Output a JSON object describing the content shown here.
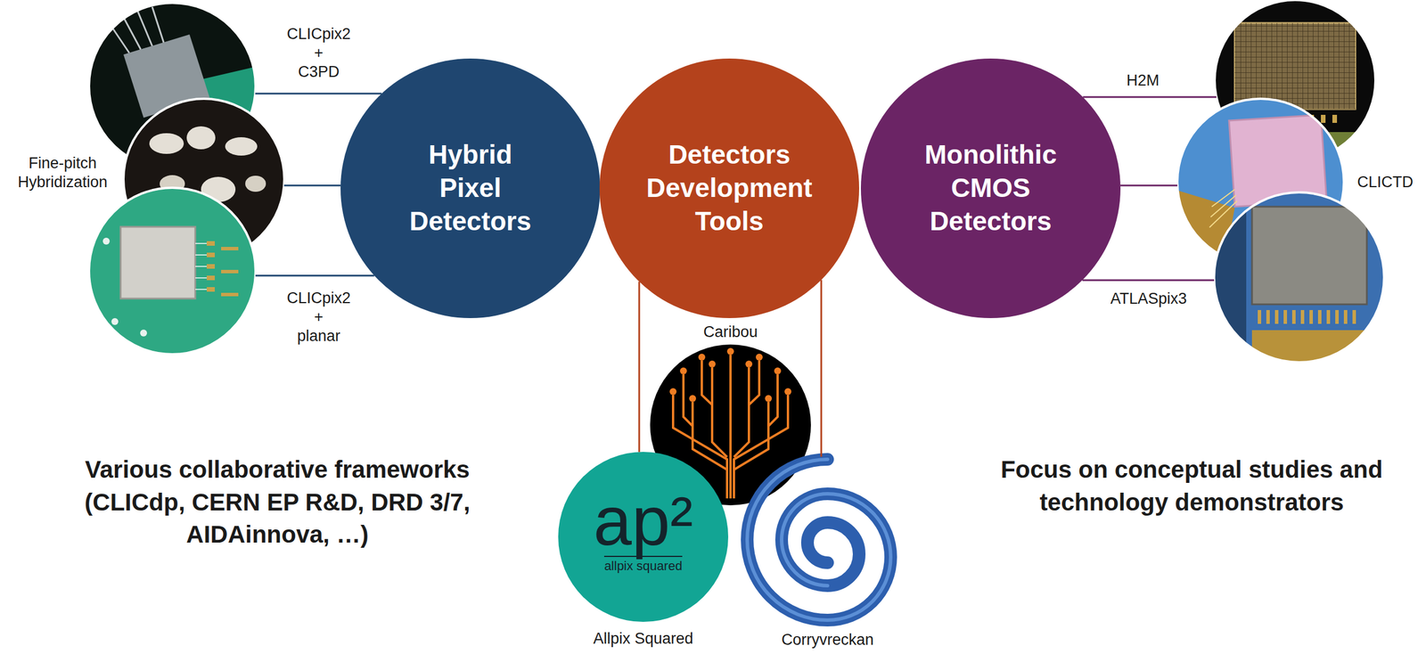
{
  "diagram": {
    "nodes": [
      {
        "text": [
          "Hybrid Pixel Detectors"
        ]
      },
      {
        "text": [
          "Detectors Development Tools"
        ]
      },
      {
        "text": [
          "Monolithic CMOS Detectors"
        ]
      },
      {
        "text": [
          "CLICpix2 + C3PD"
        ]
      },
      {
        "text": [
          "Fine-pitch Hybridization"
        ]
      },
      {
        "text": [
          "CLICpix2 + planar"
        ]
      },
      {
        "text": [
          "H2M"
        ]
      },
      {
        "text": [
          "CLICTD"
        ]
      },
      {
        "text": [
          "ATLASpix3"
        ]
      },
      {
        "text": [
          "Caribou"
        ]
      },
      {
        "text": [
          "ap²",
          "allpix squared",
          "Allpix Squared"
        ]
      },
      {
        "text": [
          "Corryvreckan"
        ]
      }
    ],
    "edges": [
      {
        "from": 0,
        "to": 3,
        "arrow": "none"
      },
      {
        "from": 0,
        "to": 4,
        "arrow": "none"
      },
      {
        "from": 0,
        "to": 5,
        "arrow": "none"
      },
      {
        "from": 2,
        "to": 6,
        "arrow": "none"
      },
      {
        "from": 2,
        "to": 7,
        "arrow": "none"
      },
      {
        "from": 2,
        "to": 8,
        "arrow": "none"
      },
      {
        "from": 1,
        "to": 10,
        "arrow": "none"
      },
      {
        "from": 1,
        "to": 11,
        "arrow": "none"
      }
    ],
    "labels": [
      "Various collaborative frameworks (CLICdp, CERN EP R&D, DRD 3/7, AIDAinnova, …)",
      "Focus on conceptual studies and technology demonstrators"
    ]
  }
}
